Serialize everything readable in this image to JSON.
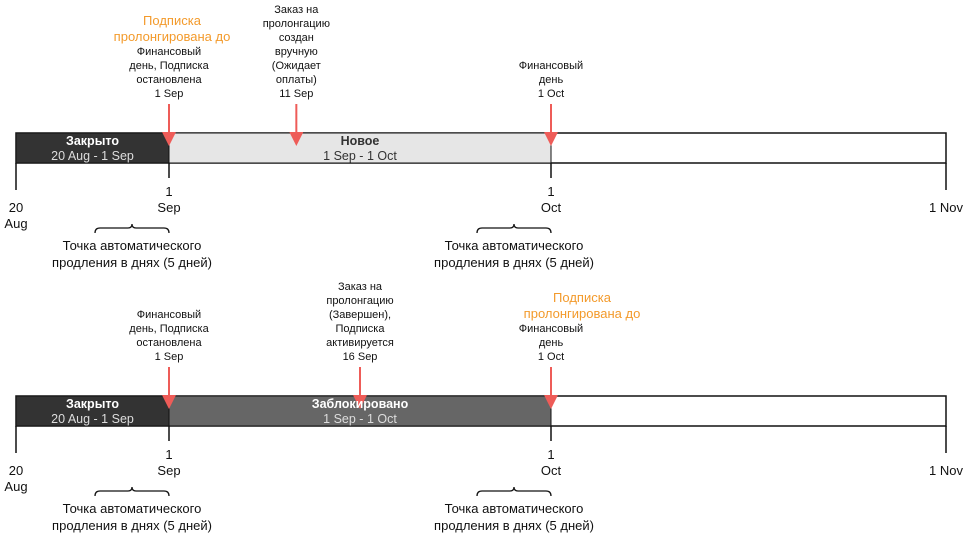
{
  "colors": {
    "closed": "#333333",
    "new": "#e6e6e6",
    "blocked": "#666666",
    "arrow": "#ee5c58",
    "accent": "#f39a2b",
    "line": "#111111"
  },
  "timelines": [
    {
      "segments": [
        {
          "title": "Закрыто",
          "range": "20 Aug - 1 Sep",
          "from": "20 Aug",
          "to": "1 Sep",
          "style": "closed"
        },
        {
          "title": "Новое",
          "range": "1 Sep - 1 Oct",
          "from": "1 Sep",
          "to": "1 Oct",
          "style": "new"
        }
      ],
      "ticks": [
        {
          "date": "20 Aug",
          "lines": [
            "20",
            "Aug"
          ]
        },
        {
          "date": "1 Sep",
          "lines": [
            "1",
            "Sep"
          ]
        },
        {
          "date": "1 Oct",
          "lines": [
            "1",
            "Oct"
          ]
        },
        {
          "date": "1 Nov",
          "lines": [
            "1 Nov"
          ]
        }
      ],
      "markers": [
        {
          "date": "1 Sep",
          "orange": [
            "Подписка",
            "пролонгирована до"
          ],
          "lines": [
            "Финансовый",
            "день, Подписка",
            "остановлена",
            "1 Sep"
          ]
        },
        {
          "date": "11 Sep",
          "lines": [
            "Заказ на",
            "пролонгацию",
            "создан",
            "вручную",
            "(Ожидает",
            "оплаты)",
            "11 Sep"
          ]
        },
        {
          "date": "1 Oct",
          "lines": [
            "Финансовый",
            "день",
            "1 Oct"
          ]
        }
      ],
      "braces": [
        {
          "before": "1 Sep",
          "lines": [
            "Точка автоматического",
            "продления в днях (5 дней)"
          ]
        },
        {
          "before": "1 Oct",
          "lines": [
            "Точка автоматического",
            "продления в днях (5 дней)"
          ]
        }
      ]
    },
    {
      "segments": [
        {
          "title": "Закрыто",
          "range": "20 Aug - 1 Sep",
          "from": "20 Aug",
          "to": "1 Sep",
          "style": "closed"
        },
        {
          "title": "Заблокировано",
          "range": "1 Sep - 1 Oct",
          "from": "1 Sep",
          "to": "1 Oct",
          "style": "blocked"
        }
      ],
      "ticks": [
        {
          "date": "20 Aug",
          "lines": [
            "20",
            "Aug"
          ]
        },
        {
          "date": "1 Sep",
          "lines": [
            "1",
            "Sep"
          ]
        },
        {
          "date": "1 Oct",
          "lines": [
            "1",
            "Oct"
          ]
        },
        {
          "date": "1 Nov",
          "lines": [
            "1 Nov"
          ]
        }
      ],
      "markers": [
        {
          "date": "1 Sep",
          "lines": [
            "Финансовый",
            "день, Подписка",
            "остановлена",
            "1 Sep"
          ]
        },
        {
          "date": "16 Sep",
          "lines": [
            "Заказ на",
            "пролонгацию",
            "(Завершен),",
            "Подписка",
            "активируется",
            "16 Sep"
          ]
        },
        {
          "date": "1 Oct",
          "orange": [
            "Подписка",
            "пролонгирована до"
          ],
          "lines": [
            "Финансовый",
            "день",
            "1 Oct"
          ]
        }
      ],
      "braces": [
        {
          "before": "1 Sep",
          "lines": [
            "Точка автоматического",
            "продления в днях (5 дней)"
          ]
        },
        {
          "before": "1 Oct",
          "lines": [
            "Точка автоматического",
            "продления в днях (5 дней)"
          ]
        }
      ]
    }
  ]
}
